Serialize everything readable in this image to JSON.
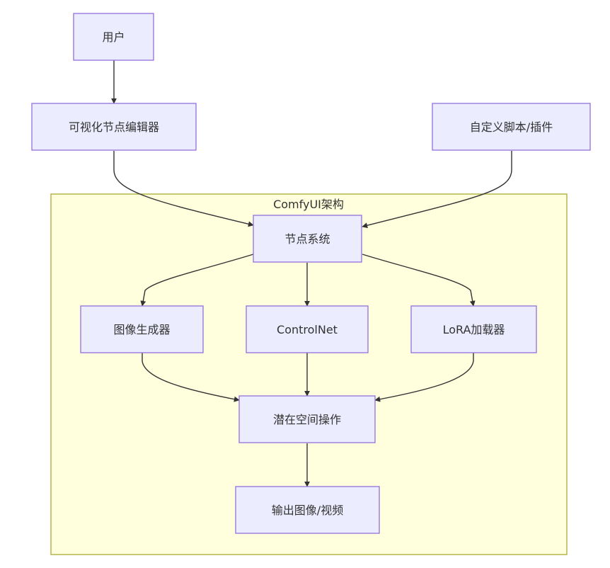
{
  "diagram": {
    "type": "flowchart",
    "direction": "top-down",
    "colors": {
      "node_fill": "#ececff",
      "node_stroke": "#9370db",
      "cluster_fill": "#ffffde",
      "cluster_stroke": "#aaaa33",
      "edge": "#333333",
      "text": "#333333"
    },
    "cluster": {
      "id": "comfyui",
      "label": "ComfyUI架构"
    },
    "nodes": [
      {
        "id": "user",
        "label": "用户"
      },
      {
        "id": "editor",
        "label": "可视化节点编辑器"
      },
      {
        "id": "scripts",
        "label": "自定义脚本/插件"
      },
      {
        "id": "node_system",
        "label": "节点系统"
      },
      {
        "id": "image_gen",
        "label": "图像生成器"
      },
      {
        "id": "controlnet",
        "label": "ControlNet"
      },
      {
        "id": "lora",
        "label": "LoRA加载器"
      },
      {
        "id": "latent",
        "label": "潜在空间操作"
      },
      {
        "id": "output",
        "label": "输出图像/视频"
      }
    ],
    "edges": [
      {
        "from": "user",
        "to": "editor"
      },
      {
        "from": "editor",
        "to": "node_system"
      },
      {
        "from": "scripts",
        "to": "node_system"
      },
      {
        "from": "node_system",
        "to": "image_gen"
      },
      {
        "from": "node_system",
        "to": "controlnet"
      },
      {
        "from": "node_system",
        "to": "lora"
      },
      {
        "from": "image_gen",
        "to": "latent"
      },
      {
        "from": "controlnet",
        "to": "latent"
      },
      {
        "from": "lora",
        "to": "latent"
      },
      {
        "from": "latent",
        "to": "output"
      }
    ]
  }
}
